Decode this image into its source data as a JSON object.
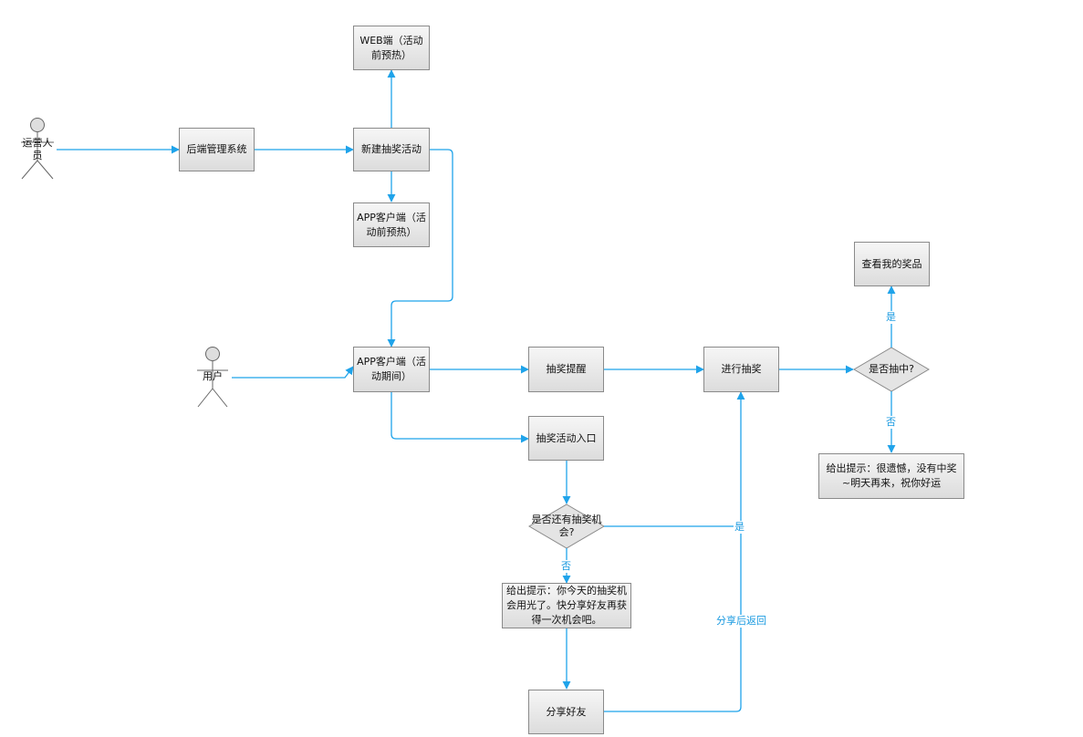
{
  "colors": {
    "connector": "#1fa3ea",
    "box_fill_top": "#f6f6f6",
    "box_fill_bottom": "#dcdcdc",
    "box_border": "#8a8a8a"
  },
  "actors": {
    "operator": {
      "label": "运营人\n员",
      "icon": "stick-figure-icon"
    },
    "user": {
      "label": "用户",
      "icon": "stick-figure-icon"
    }
  },
  "nodes": {
    "backend": "后端管理系统",
    "new_activity": "新建抽奖活动",
    "web_preheat": "WEB端（活动前预热）",
    "app_preheat": "APP客户端（活动前预热）",
    "app_during": "APP客户端（活动期间）",
    "reminder": "抽奖提醒",
    "entry": "抽奖活动入口",
    "draw": "进行抽奖",
    "view_prize": "查看我的奖品",
    "no_win_tip": "给出提示：很遗憾，没有中奖~明天再来，祝你好运",
    "no_chance_tip": "给出提示：你今天的抽奖机会用光了。快分享好友再获得一次机会吧。",
    "share": "分享好友"
  },
  "decisions": {
    "has_chance": "是否还有抽奖机会?",
    "won": "是否抽中?"
  },
  "edge_labels": {
    "won_yes": "是",
    "won_no": "否",
    "chance_yes": "是",
    "chance_no": "否",
    "share_back": "分享后返回"
  }
}
